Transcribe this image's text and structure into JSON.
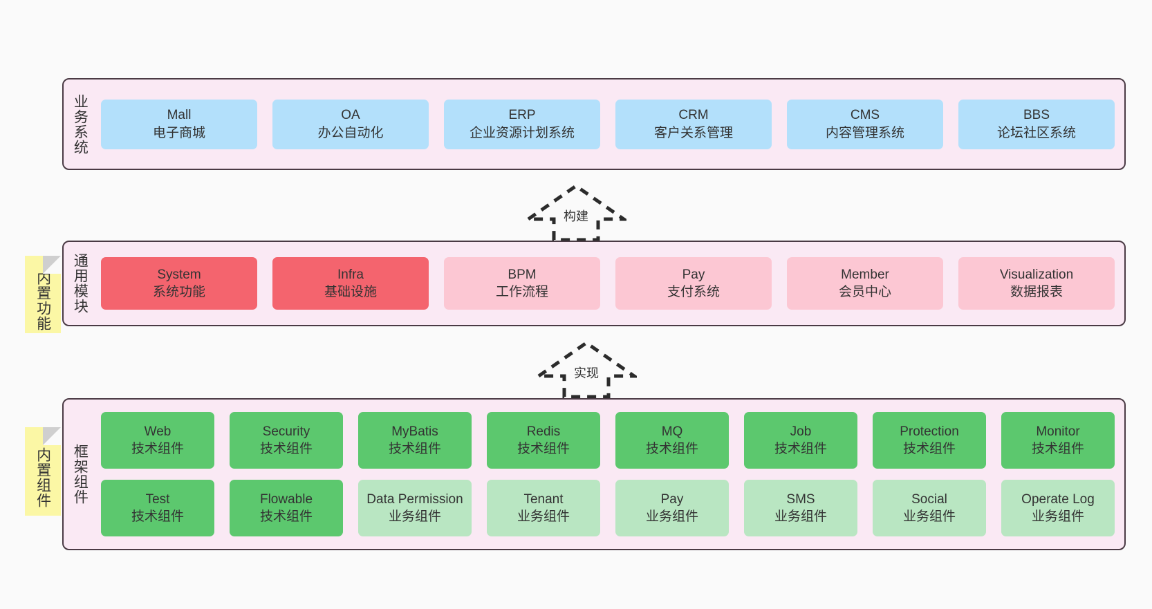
{
  "diagram": {
    "title": "Layered system architecture",
    "background_color": "#fafafa",
    "layer_fill": "#fae9f4",
    "layer_border": "#4a3a44",
    "sticky_color": "#fbf7a5"
  },
  "layers": [
    {
      "id": "business-system",
      "label": "业务系统",
      "sticky": null,
      "rows": [
        {
          "cards": [
            {
              "title": "Mall",
              "sub": "电子商城",
              "color": "#b3e0fb",
              "style": "c-blue"
            },
            {
              "title": "OA",
              "sub": "办公自动化",
              "color": "#b3e0fb",
              "style": "c-blue"
            },
            {
              "title": "ERP",
              "sub": "企业资源计划系统",
              "color": "#b3e0fb",
              "style": "c-blue"
            },
            {
              "title": "CRM",
              "sub": "客户关系管理",
              "color": "#b3e0fb",
              "style": "c-blue"
            },
            {
              "title": "CMS",
              "sub": "内容管理系统",
              "color": "#b3e0fb",
              "style": "c-blue"
            },
            {
              "title": "BBS",
              "sub": "论坛社区系统",
              "color": "#b3e0fb",
              "style": "c-blue"
            }
          ]
        }
      ]
    },
    {
      "id": "common-module",
      "label": "通用模块",
      "sticky": "内置功能",
      "rows": [
        {
          "cards": [
            {
              "title": "System",
              "sub": "系统功能",
              "color": "#f4646e",
              "style": "c-red"
            },
            {
              "title": "Infra",
              "sub": "基础设施",
              "color": "#f4646e",
              "style": "c-red"
            },
            {
              "title": "BPM",
              "sub": "工作流程",
              "color": "#fcc7d3",
              "style": "c-pink"
            },
            {
              "title": "Pay",
              "sub": "支付系统",
              "color": "#fcc7d3",
              "style": "c-pink"
            },
            {
              "title": "Member",
              "sub": "会员中心",
              "color": "#fcc7d3",
              "style": "c-pink"
            },
            {
              "title": "Visualization",
              "sub": "数据报表",
              "color": "#fcc7d3",
              "style": "c-pink"
            }
          ]
        }
      ]
    },
    {
      "id": "framework-component",
      "label": "框架组件",
      "sticky": "内置组件",
      "rows": [
        {
          "cards": [
            {
              "title": "Web",
              "sub": "技术组件",
              "color": "#5cc86e",
              "style": "c-green"
            },
            {
              "title": "Security",
              "sub": "技术组件",
              "color": "#5cc86e",
              "style": "c-green"
            },
            {
              "title": "MyBatis",
              "sub": "技术组件",
              "color": "#5cc86e",
              "style": "c-green"
            },
            {
              "title": "Redis",
              "sub": "技术组件",
              "color": "#5cc86e",
              "style": "c-green"
            },
            {
              "title": "MQ",
              "sub": "技术组件",
              "color": "#5cc86e",
              "style": "c-green"
            },
            {
              "title": "Job",
              "sub": "技术组件",
              "color": "#5cc86e",
              "style": "c-green"
            },
            {
              "title": "Protection",
              "sub": "技术组件",
              "color": "#5cc86e",
              "style": "c-green"
            },
            {
              "title": "Monitor",
              "sub": "技术组件",
              "color": "#5cc86e",
              "style": "c-green"
            }
          ]
        },
        {
          "cards": [
            {
              "title": "Test",
              "sub": "技术组件",
              "color": "#5cc86e",
              "style": "c-green"
            },
            {
              "title": "Flowable",
              "sub": "技术组件",
              "color": "#5cc86e",
              "style": "c-green"
            },
            {
              "title": "Data Permission",
              "sub": "业务组件",
              "color": "#b9e6c2",
              "style": "c-green-light",
              "wrap": true
            },
            {
              "title": "Tenant",
              "sub": "业务组件",
              "color": "#b9e6c2",
              "style": "c-green-light"
            },
            {
              "title": "Pay",
              "sub": "业务组件",
              "color": "#b9e6c2",
              "style": "c-green-light"
            },
            {
              "title": "SMS",
              "sub": "业务组件",
              "color": "#b9e6c2",
              "style": "c-green-light"
            },
            {
              "title": "Social",
              "sub": "业务组件",
              "color": "#b9e6c2",
              "style": "c-green-light"
            },
            {
              "title": "Operate Log",
              "sub": "业务组件",
              "color": "#b9e6c2",
              "style": "c-green-light"
            }
          ]
        }
      ]
    }
  ],
  "connectors": [
    {
      "id": "build-arrow",
      "label": "构建",
      "direction": "up",
      "from": "common-module",
      "to": "business-system"
    },
    {
      "id": "implement-arrow",
      "label": "实现",
      "direction": "up",
      "from": "framework-component",
      "to": "common-module"
    }
  ]
}
